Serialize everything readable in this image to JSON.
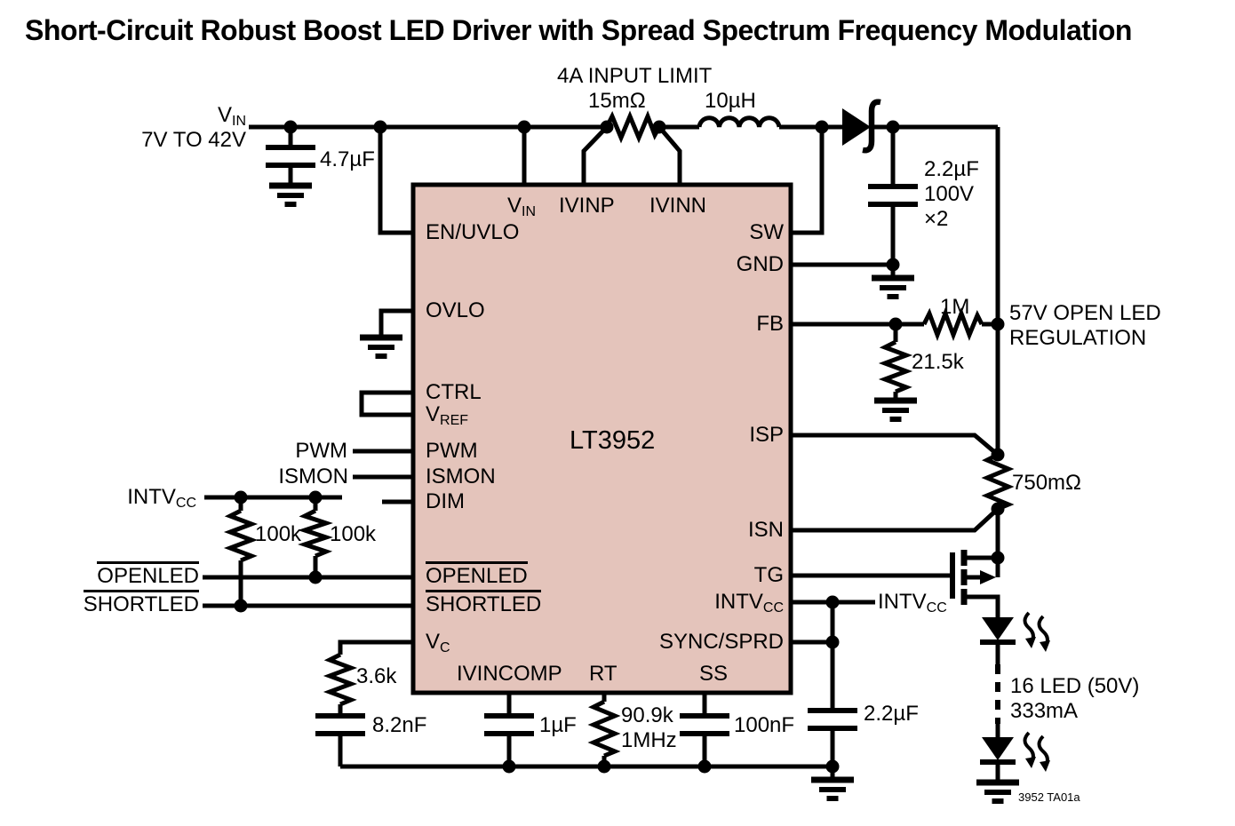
{
  "title": "Short-Circuit Robust Boost LED Driver with Spread Spectrum Frequency Modulation",
  "input": {
    "vin_main": "V",
    "vin_sub": "IN",
    "range": "7V TO 42V",
    "cap": "4.7µF"
  },
  "input_limit": {
    "heading": "4A INPUT LIMIT",
    "resistor": "15mΩ",
    "inductor": "10µH"
  },
  "output": {
    "cap_value": "2.2µF",
    "cap_voltage": "100V",
    "cap_qty": "×2",
    "fb_top": "1M",
    "fb_bottom": "21.5k",
    "note1": "57V OPEN LED",
    "note2": "REGULATION",
    "sense": "750mΩ",
    "led_line1": "16 LED (50V)",
    "led_line2": "333mA",
    "ta_note": "3952 TA01a"
  },
  "left": {
    "intvcc_main": "INTV",
    "intvcc_sub": "CC",
    "r1": "100k",
    "r2": "100k",
    "pwm": "PWM",
    "ismon": "ISMON",
    "openled": "OPENLED",
    "shortled": "SHORTLED"
  },
  "right": {
    "intvcc_main": "INTV",
    "intvcc_sub": "CC"
  },
  "bottom": {
    "comp_r": "3.6k",
    "comp_c": "8.2nF",
    "ivincomp_c": "1µF",
    "rt_r": "90.9k",
    "rt_f": "1MHz",
    "ss_c": "100nF",
    "intvcc_c": "2.2µF"
  },
  "ic": {
    "part": "LT3952",
    "pins": {
      "en_uvlo": "EN/UVLO",
      "ovlo": "OVLO",
      "ctrl": "CTRL",
      "vref_main": "V",
      "vref_sub": "REF",
      "pwm": "PWM",
      "ismon": "ISMON",
      "dim": "DIM",
      "openled": "OPENLED",
      "shortled": "SHORTLED",
      "vc_main": "V",
      "vc_sub": "C",
      "vin_main": "V",
      "vin_sub": "IN",
      "ivinp": "IVINP",
      "ivinn": "IVINN",
      "sw": "SW",
      "gnd": "GND",
      "fb": "FB",
      "isp": "ISP",
      "isn": "ISN",
      "tg": "TG",
      "intvcc_main": "INTV",
      "intvcc_sub": "CC",
      "sync": "SYNC/SPRD",
      "ivincomp": "IVINCOMP",
      "rt": "RT",
      "ss": "SS"
    }
  }
}
